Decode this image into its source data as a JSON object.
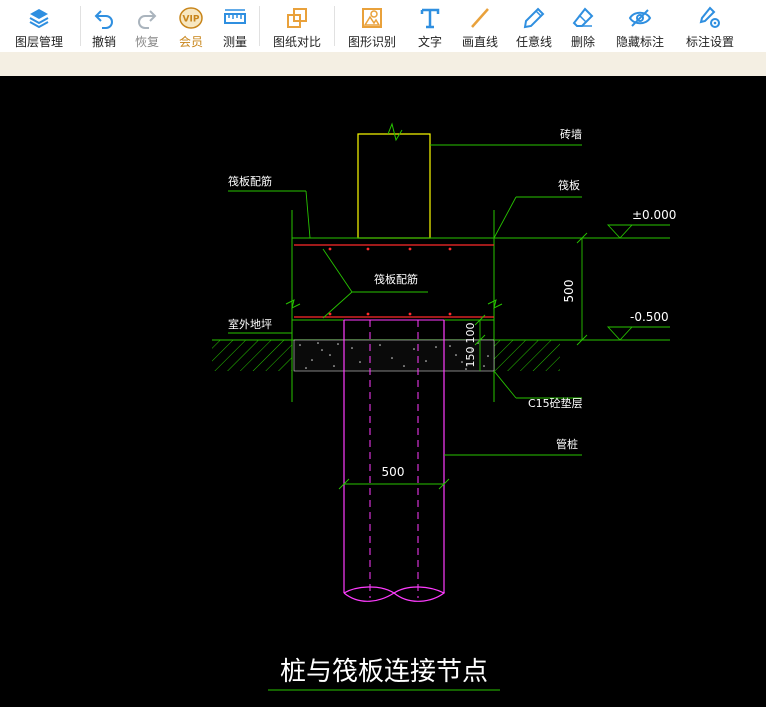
{
  "toolbar": {
    "layers": "图层管理",
    "undo": "撤销",
    "redo": "恢复",
    "vip": "会员",
    "vip_badge": "VIP",
    "measure": "测量",
    "compare": "图纸对比",
    "recognize": "图形识别",
    "text": "文字",
    "line": "画直线",
    "freeline": "任意线",
    "delete": "删除",
    "hide_marks": "隐藏标注",
    "mark_settings": "标注设置"
  },
  "colors": {
    "accent": "#2f8fe0",
    "vip": "#c8851a",
    "canvas_bg": "#000000",
    "green": "#27c300",
    "yellow": "#ffff00",
    "red": "#ff2b2b",
    "magenta": "#ff3cff",
    "white": "#ffffff"
  },
  "drawing": {
    "title": "桩与筏板连接节点",
    "labels": {
      "wall": "砖墙",
      "raft_rebar_top": "筏板配筋",
      "raft": "筏板",
      "elev_top": "±0.000",
      "elev_bottom": "-0.500",
      "dim_500": "500",
      "raft_rebar_mid": "筏板配筋",
      "ground": "室外地坪",
      "dim_100": "100",
      "dim_150": "150",
      "cushion": "C15砼垫层",
      "pipe_pile": "管桩",
      "pile_dia": "500"
    }
  }
}
